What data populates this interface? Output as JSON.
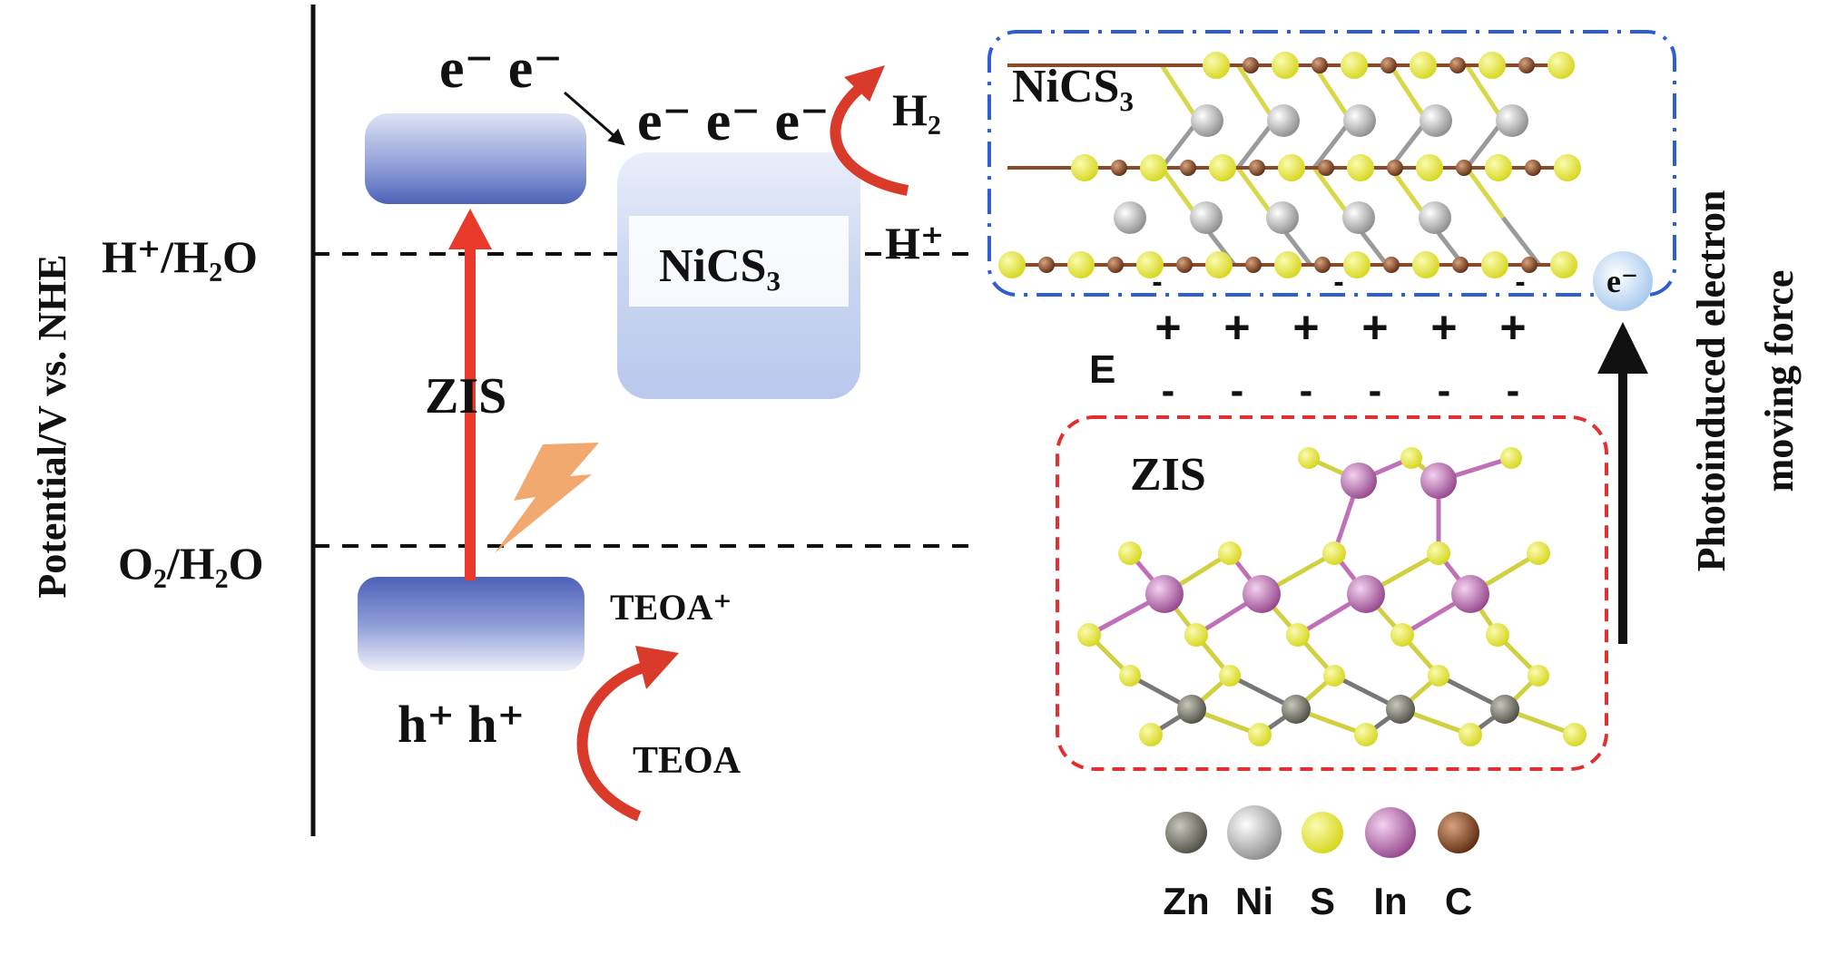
{
  "energy_diagram": {
    "y_axis_label": "Potential/V vs. NHE",
    "level_h": "H⁺/H₂O",
    "level_o": "O₂/H₂O",
    "zis_label": "ZIS",
    "nics3_label": "NiCS₃",
    "electrons_top": "e⁻ e⁻",
    "electrons_mid": "e⁻ e⁻ e⁻",
    "h2_label": "H₂",
    "hplus_label": "H⁺",
    "holes": "h⁺ h⁺",
    "teoa_plus": "TEOA⁺",
    "teoa": "TEOA"
  },
  "structure_panel": {
    "nics3_title": "NiCS₃",
    "zis_title": "ZIS",
    "field_label": "E",
    "plus_sign": "+",
    "minus_sign": "-",
    "electron_label": "e⁻",
    "force_label_line1": "Photoinduced electron",
    "force_label_line2": "moving force"
  },
  "legend": {
    "items": [
      {
        "label": "Zn",
        "color": "#6b6b60"
      },
      {
        "label": "Ni",
        "color": "#bfbfbf"
      },
      {
        "label": "S",
        "color": "#e6e62e"
      },
      {
        "label": "In",
        "color": "#b05aa8"
      },
      {
        "label": "C",
        "color": "#7a4022"
      }
    ]
  }
}
